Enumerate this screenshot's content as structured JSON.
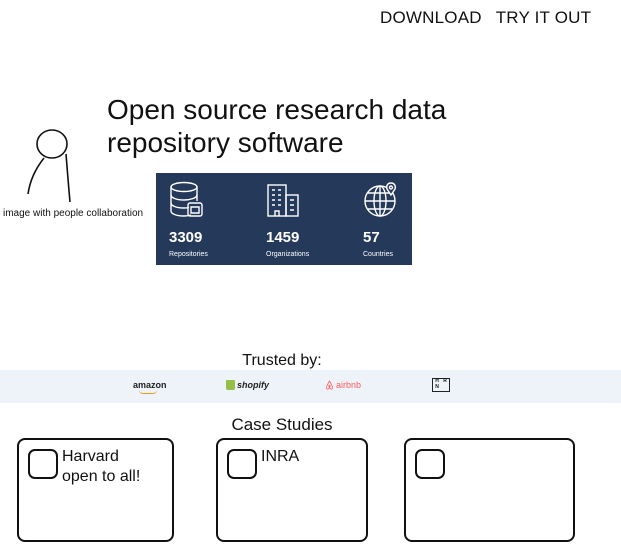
{
  "nav": {
    "download": "DOWNLOAD",
    "try": "TRY IT OUT"
  },
  "hero": {
    "title": "Open source research data repository software",
    "image_caption": "image with people collaboration"
  },
  "stats": [
    {
      "value": "3309",
      "label": "Repositories",
      "icon": "database-icon"
    },
    {
      "value": "1459",
      "label": "Organizations",
      "icon": "building-icon"
    },
    {
      "value": "57",
      "label": "Countries",
      "icon": "globe-icon"
    }
  ],
  "stats_colors": {
    "background": "#25395a",
    "text": "#ffffff"
  },
  "trusted": {
    "title": "Trusted by:",
    "logos": [
      "amazon",
      "shopify",
      "airbnb",
      "HRN"
    ]
  },
  "case_studies": {
    "title": "Case Studies",
    "cards": [
      {
        "text": "Harvard\nopen to all!"
      },
      {
        "text": "INRA"
      },
      {
        "text": ""
      }
    ]
  }
}
